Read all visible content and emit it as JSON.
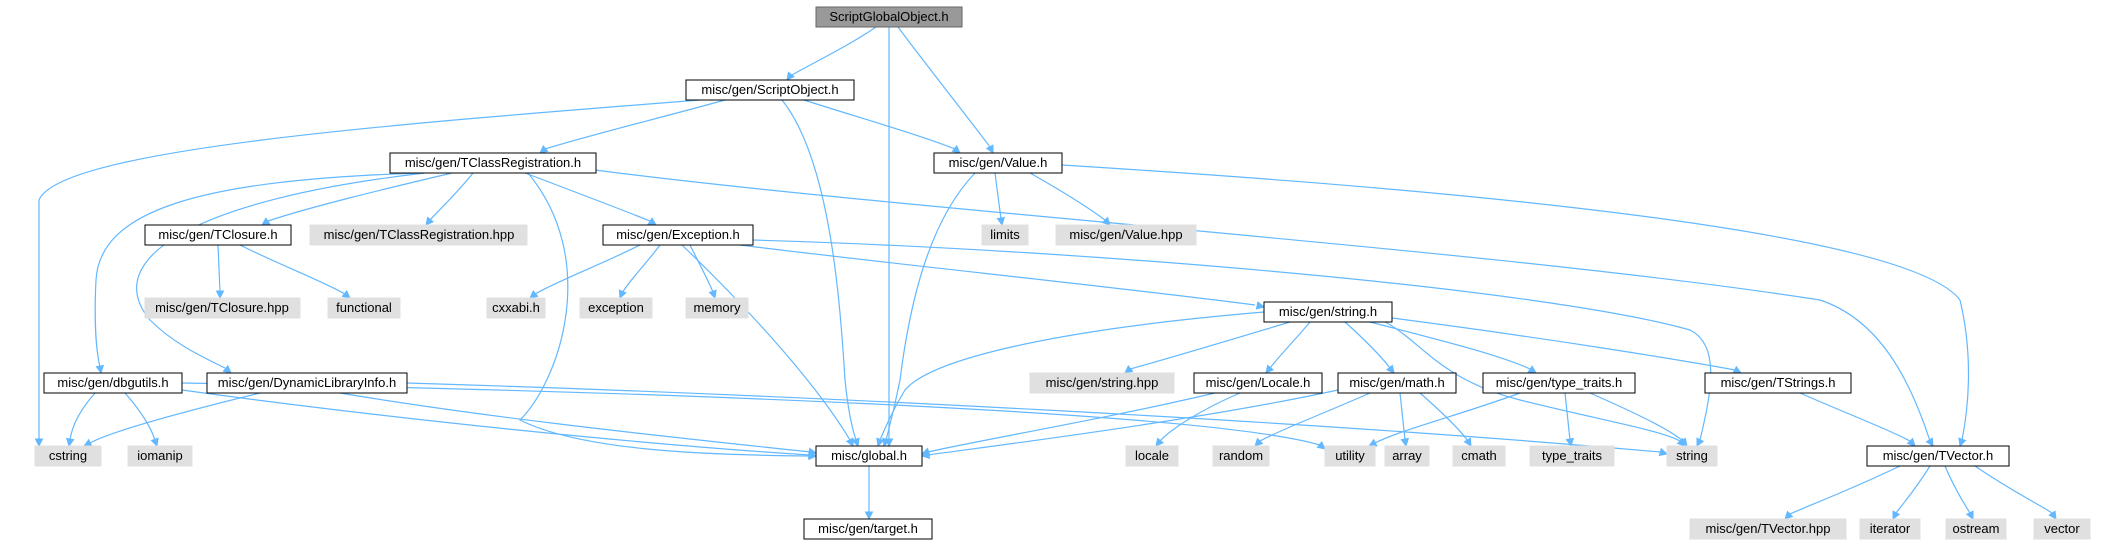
{
  "nodes": {
    "root": "ScriptGlobalObject.h",
    "script_object": "misc/gen/ScriptObject.h",
    "tclass_registration": "misc/gen/TClassRegistration.h",
    "value": "misc/gen/Value.h",
    "tclosure": "misc/gen/TClosure.h",
    "tclass_registration_hpp": "misc/gen/TClassRegistration.hpp",
    "exception": "misc/gen/Exception.h",
    "limits": "limits",
    "value_hpp": "misc/gen/Value.hpp",
    "tclosure_hpp": "misc/gen/TClosure.hpp",
    "functional": "functional",
    "cxxabi": "cxxabi.h",
    "exception_std": "exception",
    "memory": "memory",
    "string_h": "misc/gen/string.h",
    "dbgutils": "misc/gen/dbgutils.h",
    "dynlib": "misc/gen/DynamicLibraryInfo.h",
    "string_hpp": "misc/gen/string.hpp",
    "locale_h": "misc/gen/Locale.h",
    "math_h": "misc/gen/math.h",
    "type_traits_h": "misc/gen/type_traits.h",
    "tstrings": "misc/gen/TStrings.h",
    "cstring": "cstring",
    "iomanip": "iomanip",
    "global": "misc/global.h",
    "utility": "utility",
    "string_std": "string",
    "locale_std": "locale",
    "random": "random",
    "array": "array",
    "cmath": "cmath",
    "type_traits_std": "type_traits",
    "tvector": "misc/gen/TVector.h",
    "target": "misc/gen/target.h",
    "tvector_hpp": "misc/gen/TVector.hpp",
    "iterator": "iterator",
    "ostream": "ostream",
    "vector": "vector"
  },
  "colors": {
    "edge": "#63b8ff",
    "root_fill": "#999999",
    "system_fill": "#e0e0e0",
    "local_fill": "#ffffff"
  }
}
